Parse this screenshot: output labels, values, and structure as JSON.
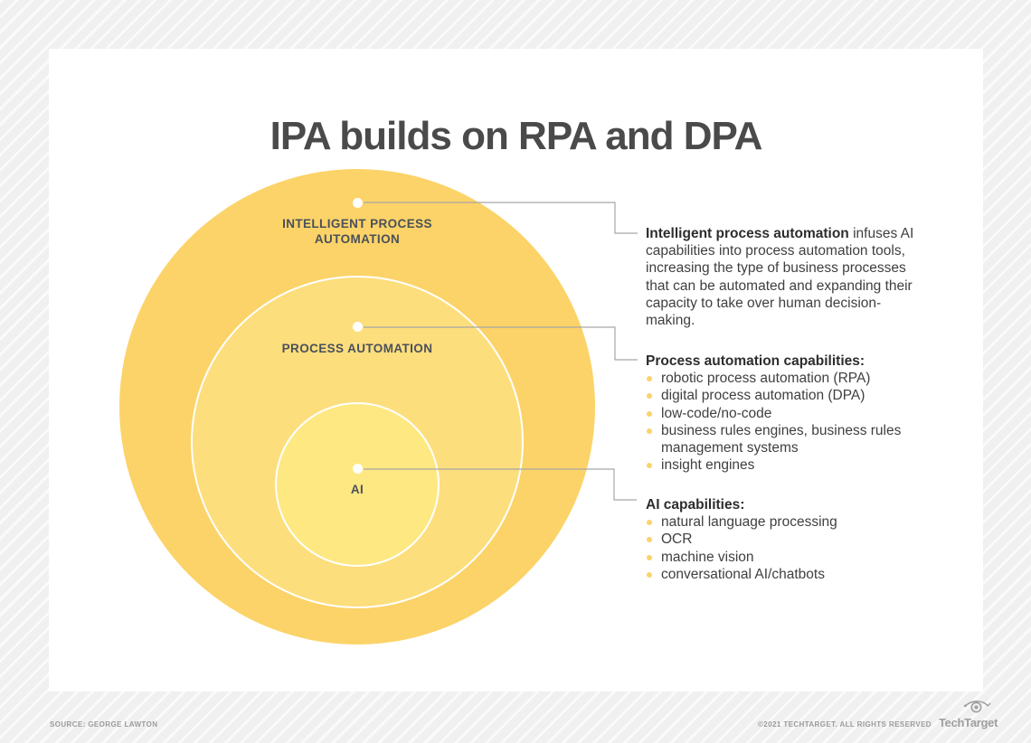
{
  "page": {
    "title": "IPA builds on RPA and DPA"
  },
  "diagram": {
    "rings": [
      {
        "label": "INTELLIGENT PROCESS AUTOMATION",
        "color": "#fcd368"
      },
      {
        "label": "PROCESS AUTOMATION",
        "color": "#fdde7d"
      },
      {
        "label": "AI",
        "color": "#fee881"
      }
    ]
  },
  "annotations": [
    {
      "lead": "Intelligent process automation",
      "text": " infuses AI capabilities into process automation tools, increasing the type of business processes that can be automated and expanding their capacity to take over human decision-making."
    },
    {
      "heading": "Process automation capabilities:",
      "items": [
        "robotic process automation (RPA)",
        "digital process automation (DPA)",
        "low-code/no-code",
        "business rules engines, business rules management systems",
        "insight engines"
      ]
    },
    {
      "heading": "AI capabilities:",
      "items": [
        "natural language processing",
        "OCR",
        "machine vision",
        "conversational AI/chatbots"
      ]
    }
  ],
  "footer": {
    "source": "SOURCE: GEORGE LAWTON",
    "copyright": "©2021 TECHTARGET. ALL RIGHTS RESERVED",
    "logo_text": "TechTarget"
  },
  "colors": {
    "title_text": "#4a4a4a",
    "ring_label_text": "#4a505a",
    "bullet": "#fbd36b",
    "connector": "#a6a6a6",
    "card_background": "#ffffff",
    "page_background": "#f0f0f0"
  }
}
